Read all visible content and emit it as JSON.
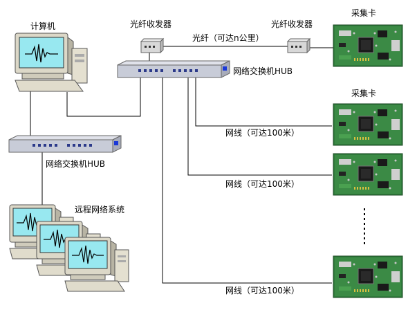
{
  "labels": {
    "computer": "计算机",
    "converter_left": "光纤收发器",
    "converter_right": "光纤收发器",
    "fiber_link": "光纤（可达n公里）",
    "hub_top": "网络交换机HUB",
    "hub_left": "网络交换机HUB",
    "remote_system": "远程网络系统",
    "card_top": "采集卡",
    "card_second": "采集卡",
    "cable_1": "网线（可达100米）",
    "cable_2": "网线（可达100米）",
    "cable_3": "网线（可达100米）"
  },
  "colors": {
    "line": "#000000",
    "monitor_body": "#dcd8c8",
    "screen": "#98e8f0",
    "waveform": "#000000",
    "hub_body": "#c8ccd8",
    "hub_port": "#2c3a8a",
    "led_blue": "#1a38d8",
    "pcb": "#2e7a3a",
    "pcb_light": "#4aa050",
    "chip": "#1a1a1a"
  },
  "icons": [
    "computer-icon",
    "fiber-converter-icon",
    "network-hub-icon",
    "acquisition-card-icon"
  ]
}
